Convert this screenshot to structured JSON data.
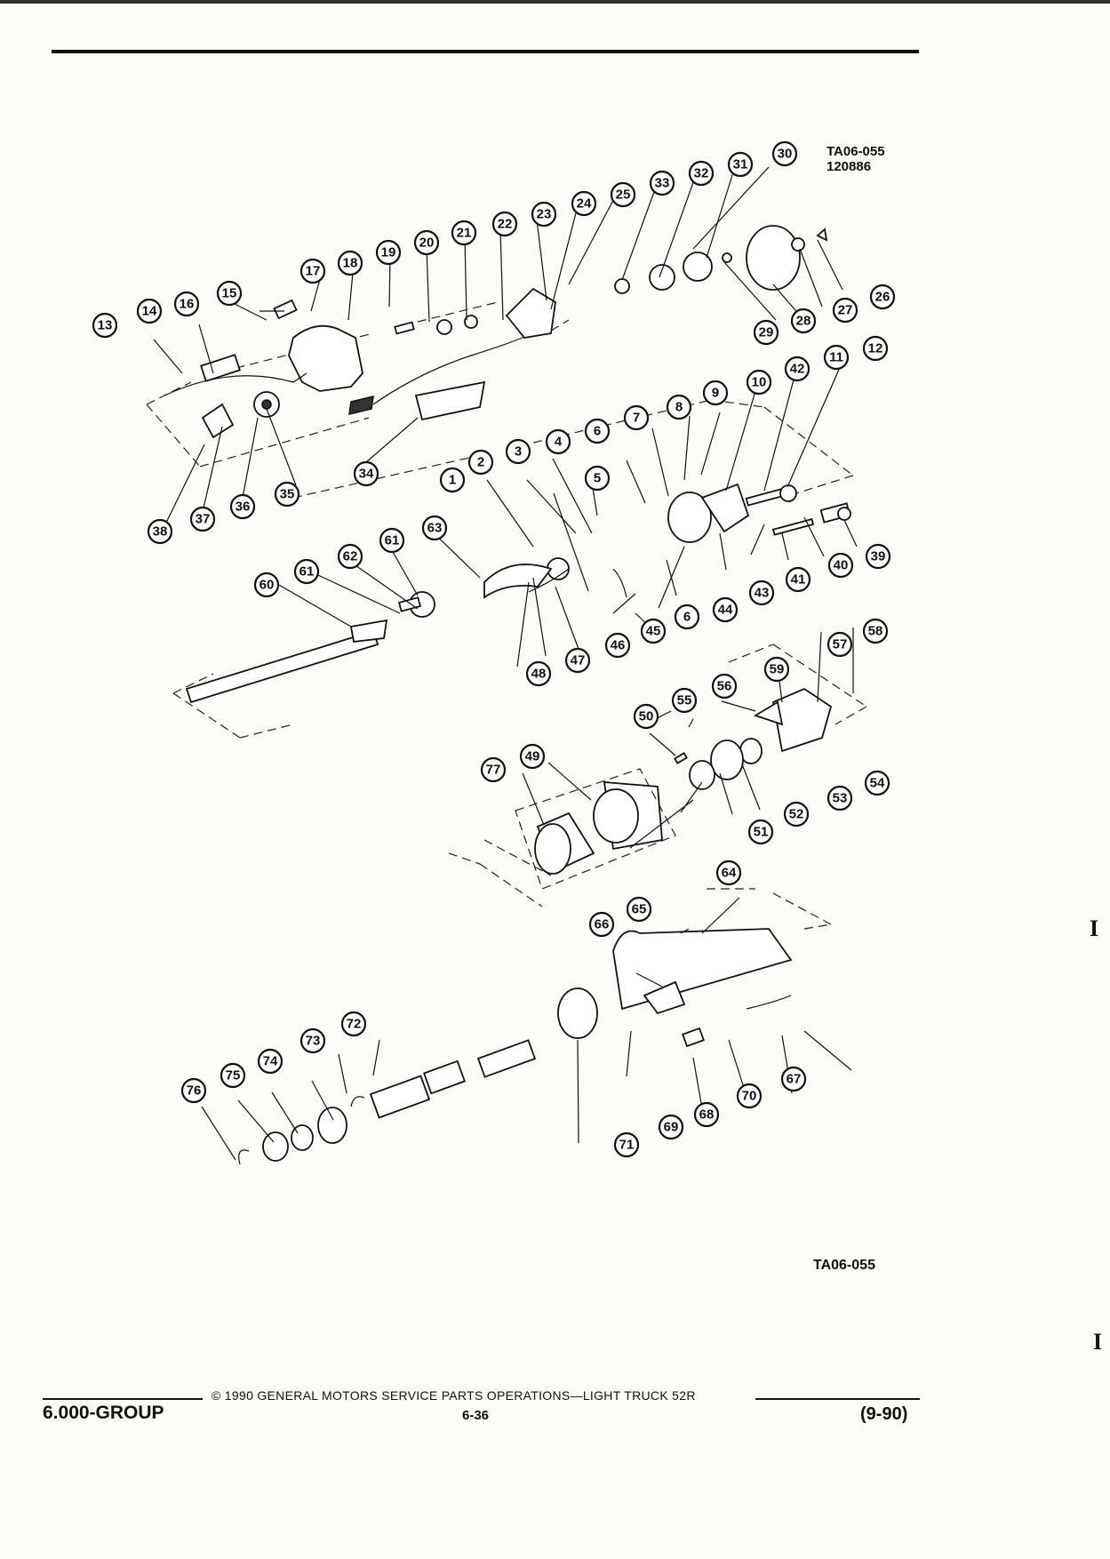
{
  "figure": {
    "code_top": "TA06-055",
    "date_code": "120886",
    "code_bottom": "TA06-055"
  },
  "callouts": [
    "1",
    "2",
    "3",
    "4",
    "5",
    "6",
    "6",
    "7",
    "8",
    "9",
    "10",
    "11",
    "12",
    "13",
    "14",
    "15",
    "16",
    "17",
    "18",
    "19",
    "20",
    "21",
    "22",
    "23",
    "24",
    "25",
    "26",
    "27",
    "28",
    "29",
    "30",
    "31",
    "32",
    "33",
    "34",
    "35",
    "36",
    "37",
    "38",
    "39",
    "40",
    "41",
    "42",
    "43",
    "44",
    "45",
    "46",
    "47",
    "48",
    "49",
    "50",
    "51",
    "52",
    "53",
    "54",
    "55",
    "56",
    "57",
    "58",
    "59",
    "60",
    "61",
    "61",
    "62",
    "63",
    "64",
    "65",
    "66",
    "67",
    "68",
    "69",
    "70",
    "71",
    "72",
    "73",
    "74",
    "75",
    "76",
    "77"
  ],
  "footer": {
    "group": "6.000-GROUP",
    "copyright": "© 1990 GENERAL MOTORS SERVICE PARTS OPERATIONS—LIGHT TRUCK 52R",
    "page": "6-36",
    "revision": "(9-90)"
  },
  "edge_marks": [
    "I",
    "I"
  ]
}
